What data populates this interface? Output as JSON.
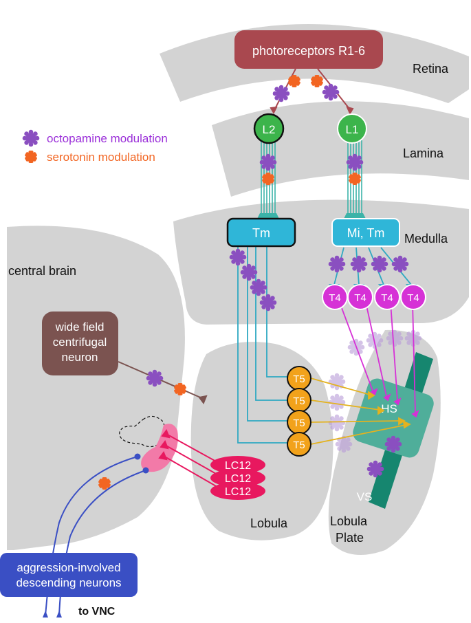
{
  "regions": {
    "retina": "Retina",
    "lamina": "Lamina",
    "medulla": "Medulla",
    "central_brain": "central brain",
    "lobula": "Lobula",
    "lobula_plate_line1": "Lobula",
    "lobula_plate_line2": "Plate"
  },
  "legend": {
    "octopamine": "octopamine modulation",
    "serotonin": "serotonin modulation"
  },
  "nodes": {
    "photoreceptors": "photoreceptors R1-6",
    "l2": "L2",
    "l1": "L1",
    "tm": "Tm",
    "mi_tm": "Mi, Tm",
    "t4": [
      "T4",
      "T4",
      "T4",
      "T4"
    ],
    "t5": [
      "T5",
      "T5",
      "T5",
      "T5"
    ],
    "wide_field_line1": "wide field",
    "wide_field_line2": "centrifugal",
    "wide_field_line3": "neuron",
    "hs": "HS",
    "vs": "VS",
    "lc12": [
      "LC12",
      "LC12",
      "LC12"
    ],
    "descending_line1": "aggression-involved",
    "descending_line2": "descending neurons",
    "to_vnc": "to VNC"
  },
  "colors": {
    "region_gray": "#d3d3d3",
    "photoreceptor_red": "#a9484f",
    "lamina_green": "#3cb44b",
    "medulla_cyan": "#2fb6d8",
    "t4_magenta": "#d631d6",
    "t5_orange": "#f2a21b",
    "lc12_pink": "#e8185f",
    "descending_blue": "#3a4fc4",
    "wide_field_brown": "#7b5350",
    "octopamine_purple": "#8a4fc0",
    "serotonin_orange": "#f26522",
    "hs_teal": "#4fae9a",
    "vs_teal": "#16866f",
    "legend_octopamine_text": "#9b30d9",
    "legend_serotonin_text": "#f26522"
  }
}
